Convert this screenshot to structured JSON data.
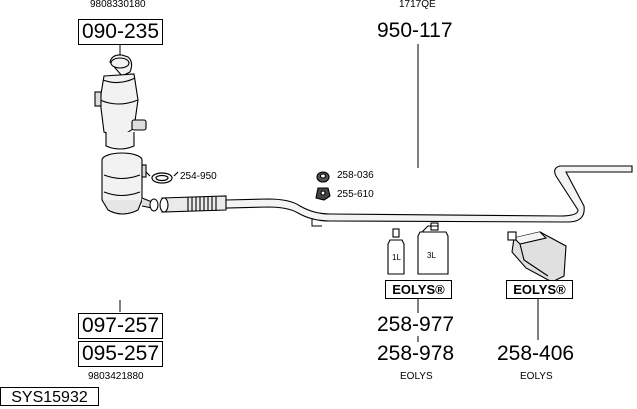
{
  "parts": {
    "cat_ref": "9808330180",
    "cat_part": "090-235",
    "clamp_part": "254-950",
    "front_ref": "1717QE",
    "front_part": "950-117",
    "gasket_part": "258-036",
    "bracket_part": "255-610",
    "sensor_part_1": "097-257",
    "sensor_part_2": "095-257",
    "sensor_ref": "9803421880",
    "system_id": "SYS15932"
  },
  "additive": {
    "brand_label": "EOLYS®",
    "bottle_small_label": "1L",
    "bottle_large_label": "3L",
    "part_a": "258-977",
    "part_b": "258-978",
    "caption_left": "EOLYS",
    "part_c": "258-406",
    "caption_right": "EOLYS"
  }
}
